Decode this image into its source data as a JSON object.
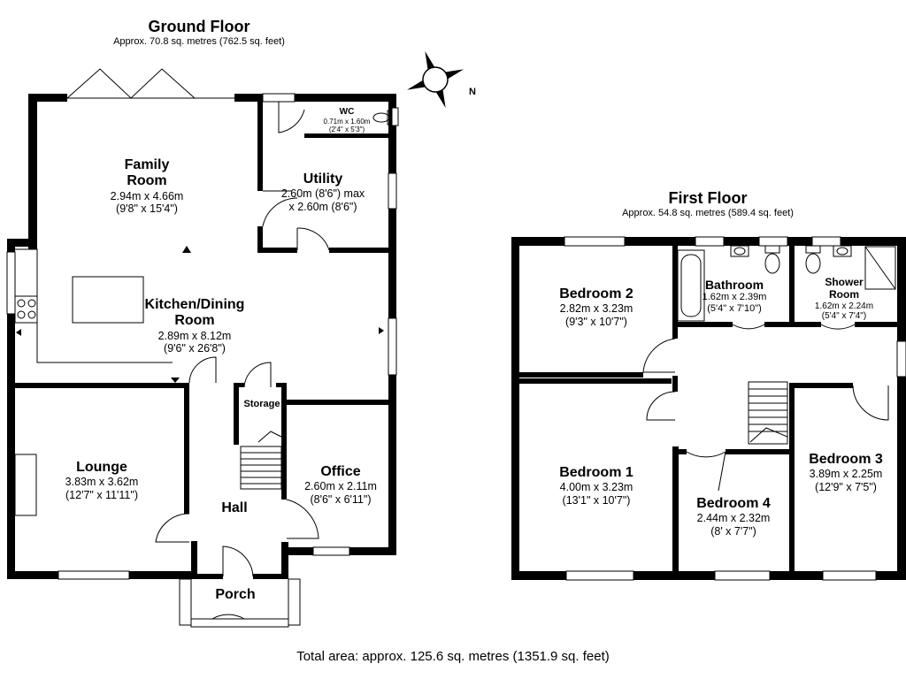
{
  "ground_floor": {
    "title": "Ground Floor",
    "area": "Approx. 70.8 sq. metres (762.5 sq. feet)",
    "rooms": {
      "family": {
        "name": "Family\nRoom",
        "dims": "2.94m x 4.66m",
        "imperial": "(9'8\" x 15'4\")"
      },
      "wc": {
        "name": "WC",
        "dims": "0.71m x 1.60m",
        "imperial": "(2'4\" x 5'3\")"
      },
      "utility": {
        "name": "Utility",
        "dims": "2.60m (8'6\") max",
        "imperial": "x 2.60m (8'6\")"
      },
      "kitchen": {
        "name": "Kitchen/Dining\nRoom",
        "dims": "2.89m x 8.12m",
        "imperial": "(9'6\" x 26'8\")"
      },
      "storage": {
        "name": "Storage"
      },
      "lounge": {
        "name": "Lounge",
        "dims": "3.83m x 3.62m",
        "imperial": "(12'7\" x 11'11\")"
      },
      "office": {
        "name": "Office",
        "dims": "2.60m x 2.11m",
        "imperial": "(8'6\" x 6'11\")"
      },
      "hall": {
        "name": "Hall"
      },
      "porch": {
        "name": "Porch"
      }
    }
  },
  "first_floor": {
    "title": "First Floor",
    "area": "Approx. 54.8 sq. metres (589.4 sq. feet)",
    "rooms": {
      "bedroom2": {
        "name": "Bedroom 2",
        "dims": "2.82m x 3.23m",
        "imperial": "(9'3\" x 10'7\")"
      },
      "bathroom": {
        "name": "Bathroom",
        "dims": "1.62m x 2.39m",
        "imperial": "(5'4\" x 7'10\")"
      },
      "shower": {
        "name": "Shower\nRoom",
        "dims": "1.62m x 2.24m",
        "imperial": "(5'4\" x 7'4\")"
      },
      "bedroom1": {
        "name": "Bedroom 1",
        "dims": "4.00m x 3.23m",
        "imperial": "(13'1\" x 10'7\")"
      },
      "bedroom4": {
        "name": "Bedroom 4",
        "dims": "2.44m x 2.32m",
        "imperial": "(8' x 7'7\")"
      },
      "bedroom3": {
        "name": "Bedroom 3",
        "dims": "3.89m x 2.25m",
        "imperial": "(12'9\" x 7'5\")"
      }
    }
  },
  "compass": {
    "north_label": "N"
  },
  "total_area": "Total area: approx. 125.6 sq. metres (1351.9 sq. feet)"
}
